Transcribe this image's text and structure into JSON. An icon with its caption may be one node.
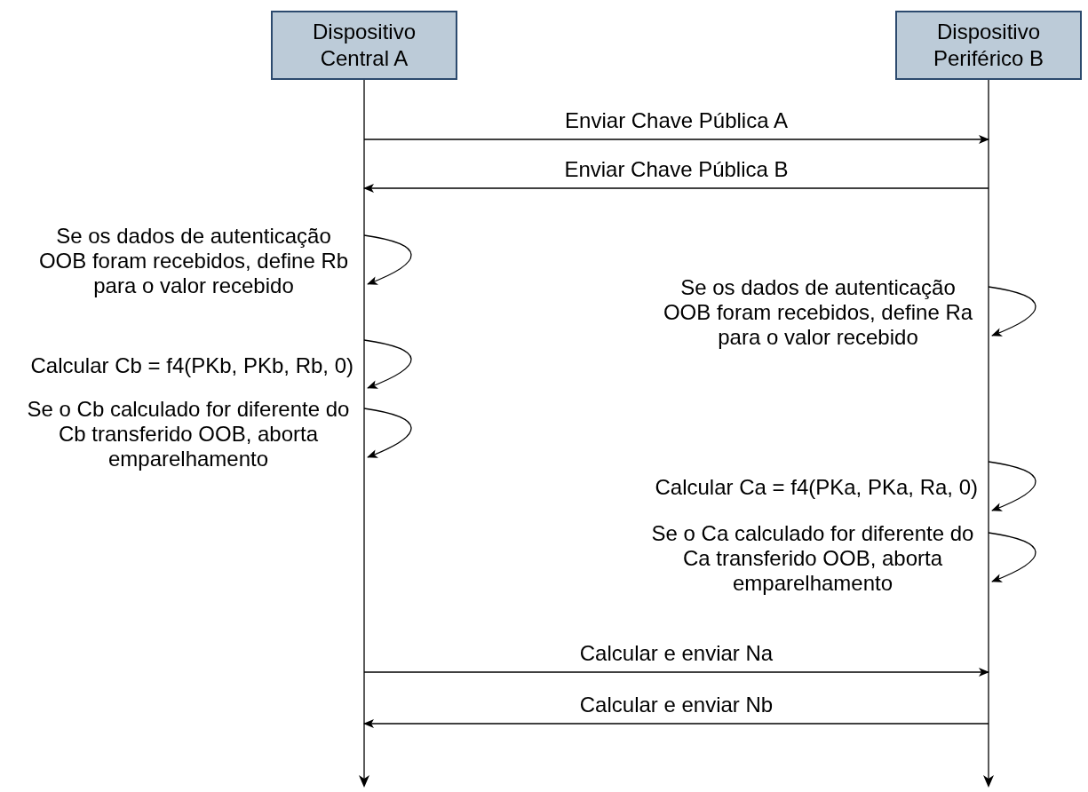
{
  "diagram": {
    "nodes": [
      {
        "text": [
          "Dispositivo Central A"
        ]
      },
      {
        "text": [
          "Dispositivo Periférico B"
        ]
      }
    ],
    "edges": [
      {
        "from": 0,
        "to": 1,
        "arrow": "to",
        "label": "Enviar Chave Pública A"
      },
      {
        "from": 1,
        "to": 0,
        "arrow": "to",
        "label": "Enviar Chave Pública B"
      },
      {
        "from": 0,
        "to": 0,
        "arrow": "to",
        "label": "Se os dados de autenticação OOB foram recebidos, define Rb para o valor recebido"
      },
      {
        "from": 1,
        "to": 1,
        "arrow": "to",
        "label": "Se os dados de autenticação OOB foram recebidos, define Ra para o valor recebido"
      },
      {
        "from": 0,
        "to": 0,
        "arrow": "to",
        "label": "Calcular Cb = f4(PKb, PKb, Rb, 0)"
      },
      {
        "from": 0,
        "to": 0,
        "arrow": "to",
        "label": "Se o Cb calculado for diferente do Cb transferido OOB, aborta emparelhamento"
      },
      {
        "from": 1,
        "to": 1,
        "arrow": "to",
        "label": "Calcular Ca = f4(PKa, PKa, Ra, 0)"
      },
      {
        "from": 1,
        "to": 1,
        "arrow": "to",
        "label": "Se o Ca calculado for diferente do Ca transferido OOB, aborta emparelhamento"
      },
      {
        "from": 0,
        "to": 1,
        "arrow": "to",
        "label": "Calcular e enviar Na"
      },
      {
        "from": 1,
        "to": 0,
        "arrow": "to",
        "label": "Calcular e enviar Nb"
      }
    ]
  }
}
